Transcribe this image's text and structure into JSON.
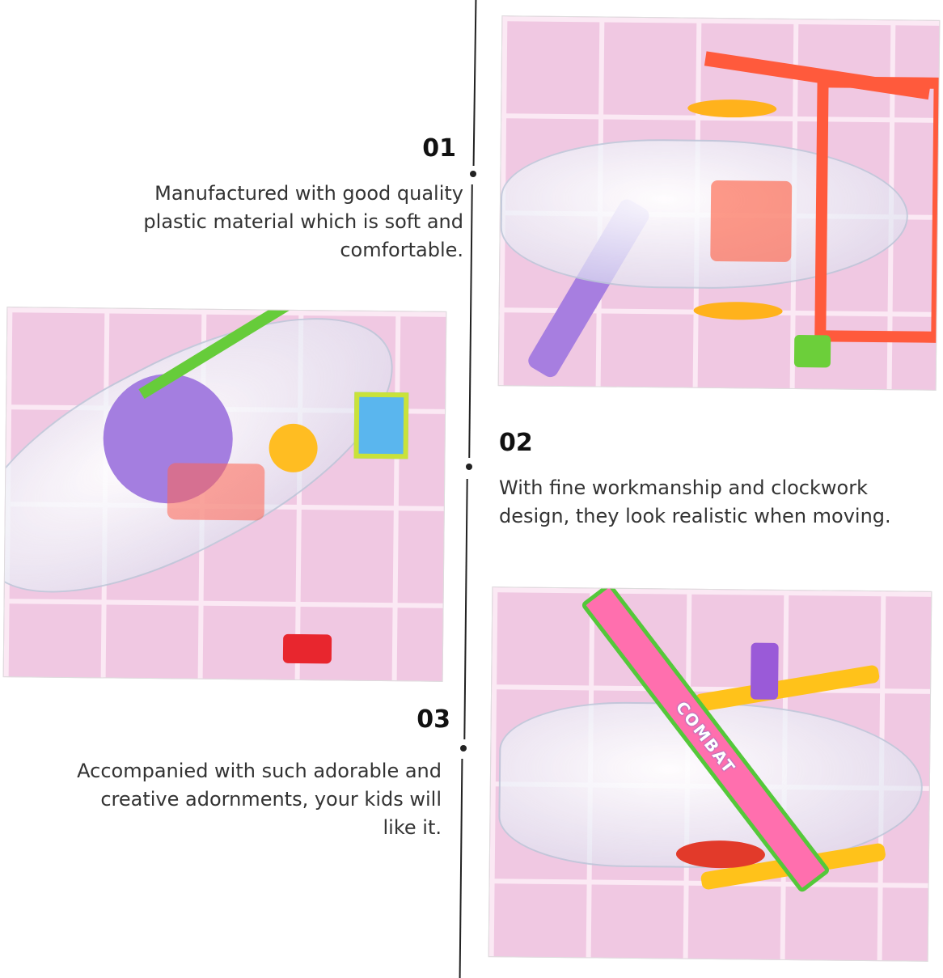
{
  "features": [
    {
      "number": "01",
      "lines": [
        "Manufactured with good quality",
        "plastic material which is soft and",
        "comfortable."
      ]
    },
    {
      "number": "02",
      "lines": [
        "With fine workmanship and clockwork",
        "design, they look realistic when moving."
      ]
    },
    {
      "number": "03",
      "lines": [
        "Accompanied with such adorable and",
        "creative adornments, your kids will",
        "like it."
      ]
    }
  ],
  "photo3": {
    "blade_label": "COMBAT"
  },
  "colors": {
    "background": "#ffffff",
    "photo_bg": "#f0c8e2",
    "text": "#333333"
  }
}
